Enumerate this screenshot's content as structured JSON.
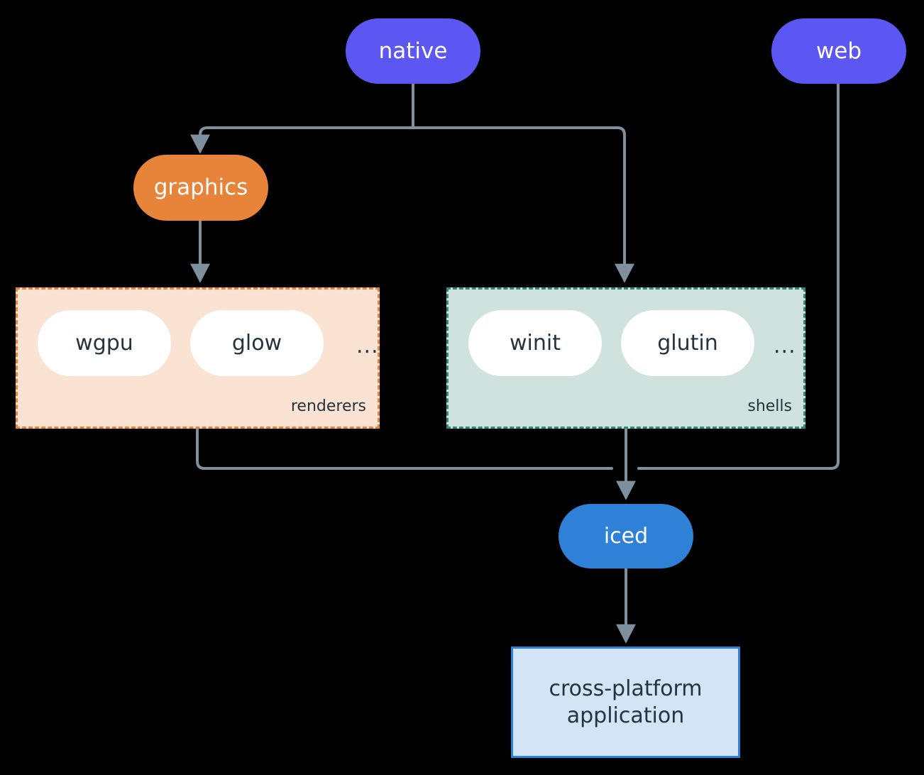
{
  "diagram": {
    "type": "flowchart",
    "direction": "top-down",
    "background": "#000000",
    "edge_color": "#7E8F9E",
    "nodes": [
      {
        "id": "native",
        "label": "native",
        "shape": "pill",
        "fill": "#5C56F2",
        "text_color": "#ffffff"
      },
      {
        "id": "web",
        "label": "web",
        "shape": "pill",
        "fill": "#5C56F2",
        "text_color": "#ffffff"
      },
      {
        "id": "graphics",
        "label": "graphics",
        "shape": "pill",
        "fill": "#E8833A",
        "text_color": "#ffffff"
      },
      {
        "id": "iced",
        "label": "iced",
        "shape": "pill",
        "fill": "#2E81D6",
        "text_color": "#ffffff"
      },
      {
        "id": "app",
        "label_line1": "cross-platform",
        "label_line2": "application",
        "shape": "rectangle",
        "fill": "#D3E4F7",
        "border": "#2E81D6",
        "text_color": "#24333D"
      }
    ],
    "clusters": [
      {
        "id": "renderers",
        "label": "renderers",
        "fill": "#FBE3D4",
        "border": "#E8833A",
        "border_style": "dashed",
        "members": [
          "wgpu",
          "glow"
        ],
        "ellipsis": "..."
      },
      {
        "id": "shells",
        "label": "shells",
        "fill": "#CFE2DD",
        "border": "#2B8C78",
        "border_style": "dashed",
        "members": [
          "winit",
          "glutin"
        ],
        "ellipsis": "..."
      }
    ],
    "edges": [
      {
        "from": "native",
        "to": "graphics",
        "arrow": true
      },
      {
        "from": "native",
        "to": "shells",
        "arrow": true
      },
      {
        "from": "graphics",
        "to": "renderers",
        "arrow": true
      },
      {
        "from": "renderers",
        "to": "iced",
        "arrow": true
      },
      {
        "from": "shells",
        "to": "iced",
        "arrow": true
      },
      {
        "from": "web",
        "to": "iced",
        "arrow": true
      },
      {
        "from": "iced",
        "to": "app",
        "arrow": true
      }
    ]
  },
  "labels": {
    "native": "native",
    "web": "web",
    "graphics": "graphics",
    "iced": "iced",
    "app_line1": "cross-platform",
    "app_line2": "application",
    "wgpu": "wgpu",
    "glow": "glow",
    "winit": "winit",
    "glutin": "glutin",
    "renderers_ellipsis": "...",
    "shells_ellipsis": "...",
    "renderers_label": "renderers",
    "shells_label": "shells"
  }
}
